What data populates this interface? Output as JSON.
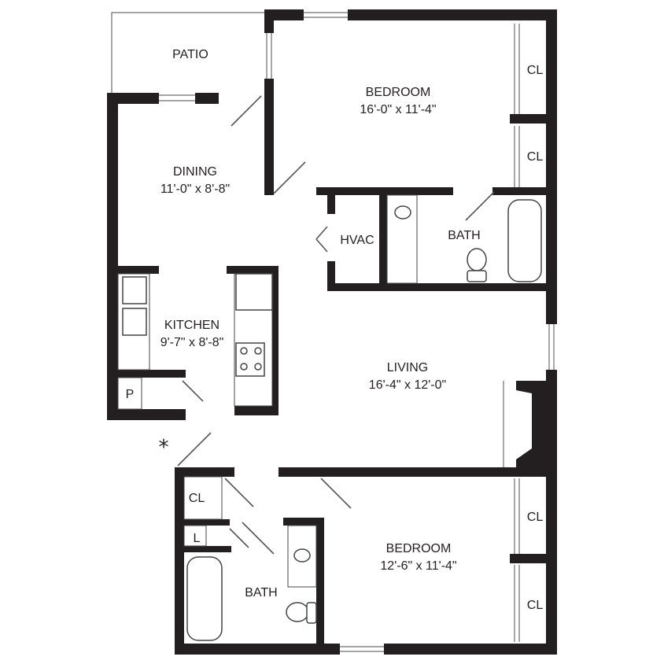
{
  "rooms": {
    "patio": {
      "name": "PATIO"
    },
    "bedroom1": {
      "name": "BEDROOM",
      "size": "16'-0\" x 11'-4\""
    },
    "dining": {
      "name": "DINING",
      "size": "11'-0\" x 8'-8\""
    },
    "hvac": {
      "name": "HVAC"
    },
    "bath1": {
      "name": "BATH"
    },
    "kitchen": {
      "name": "KITCHEN",
      "size": "9'-7\" x 8'-8\""
    },
    "pantry": {
      "name": "P"
    },
    "living": {
      "name": "LIVING",
      "size": "16'-4\" x 12'-0\""
    },
    "bedroom2": {
      "name": "BEDROOM",
      "size": "12'-6\" x 11'-4\""
    },
    "bath2": {
      "name": "BATH"
    },
    "closet_cl": {
      "name": "CL"
    },
    "linen": {
      "name": "L"
    }
  },
  "entry_marker": "*",
  "colors": {
    "wall": "#231f20",
    "background": "#ffffff",
    "fixture_line": "#444444"
  }
}
